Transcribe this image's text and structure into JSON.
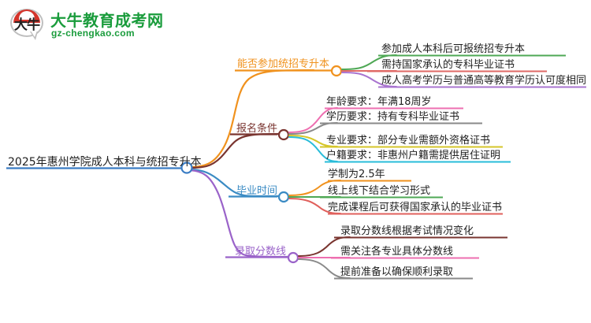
{
  "logo": {
    "glyph_text": "大牛",
    "brand_cn": "大牛教育成考网",
    "brand_url": "gz-chengkao.com",
    "brand_color": "#1a9c3c",
    "arc_color": "#d4342b"
  },
  "mindmap": {
    "root": {
      "label": "2025年惠州学院成人本科与统招专升本",
      "color": "#3a7cc4"
    },
    "branches": [
      {
        "label": "能否参加统招专升本",
        "color": "#f0921e",
        "leaves": [
          {
            "text": "参加成人本科后可报统招专升本",
            "color": "#4fa855"
          },
          {
            "text": "需持国家承认的专科毕业证书",
            "color": "#e06a66"
          },
          {
            "text": "成人高考学历与普通高等教育学历认可度相同",
            "color": "#a974d0"
          }
        ]
      },
      {
        "label": "报名条件",
        "color": "#7a3530",
        "leaves": [
          {
            "text": "年龄要求：年满18周岁",
            "color": "#ee6fb0"
          },
          {
            "text": "学历要求：持有专科毕业证书",
            "color": "#8a8a8a"
          },
          {
            "text": "专业要求：部分专业需额外资格证书",
            "color": "#d5c62a"
          },
          {
            "text": "户籍要求：非惠州户籍需提供居住证明",
            "color": "#29bcd9"
          }
        ]
      },
      {
        "label": "毕业时间",
        "color": "#3a8bc4",
        "leaves": [
          {
            "text": "学制为2.5年",
            "color": "#f0921e"
          },
          {
            "text": "线上线下结合学习形式",
            "color": "#4fa855"
          },
          {
            "text": "完成课程后可获得国家承认的毕业证书",
            "color": "#e0605c"
          }
        ]
      },
      {
        "label": "录取分数线",
        "color": "#9a63c9",
        "leaves": [
          {
            "text": "录取分数线根据考试情况变化",
            "color": "#7a3530"
          },
          {
            "text": "需关注各专业具体分数线",
            "color": "#ee6fb0"
          },
          {
            "text": "提前准备以确保顺利录取",
            "color": "#8a8a8a"
          }
        ]
      }
    ]
  }
}
